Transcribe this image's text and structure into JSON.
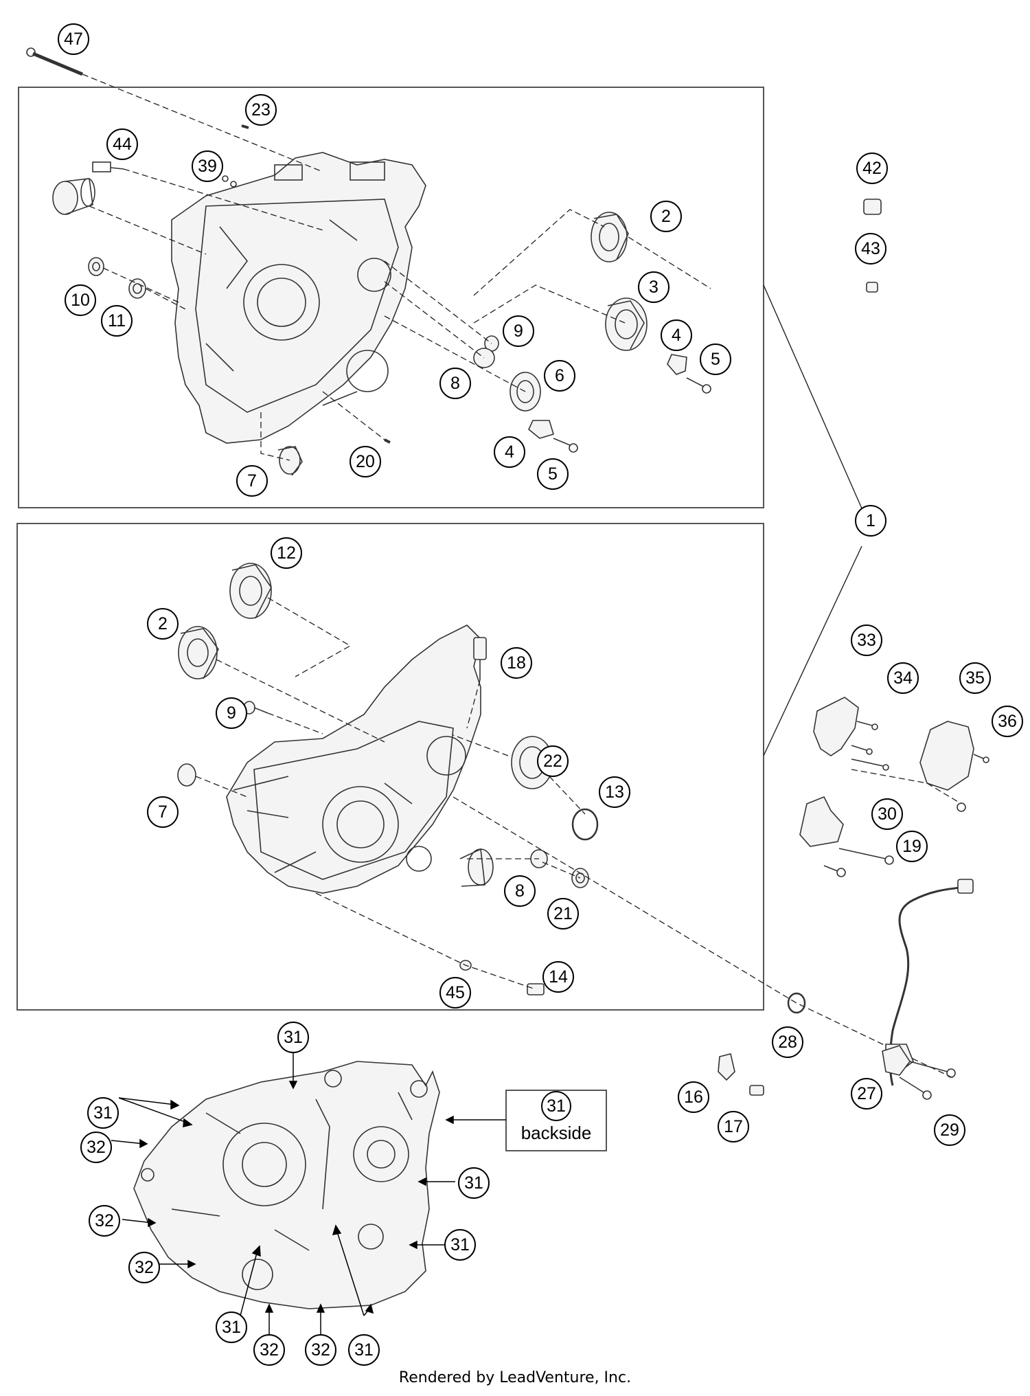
{
  "footer": "Rendered by LeadVenture, Inc.",
  "backside_label": "backside",
  "callouts": [
    "47",
    "23",
    "44",
    "39",
    "42",
    "43",
    "2",
    "3",
    "4",
    "5",
    "9",
    "10",
    "11",
    "8",
    "6",
    "4",
    "5",
    "7",
    "20",
    "1",
    "12",
    "2",
    "18",
    "9",
    "22",
    "13",
    "7",
    "8",
    "21",
    "33",
    "34",
    "35",
    "36",
    "30",
    "19",
    "14",
    "45",
    "28",
    "16",
    "17",
    "27",
    "29",
    "31",
    "31",
    "31",
    "32",
    "32",
    "32",
    "31",
    "31",
    "31",
    "32",
    "32",
    "31",
    "31"
  ]
}
